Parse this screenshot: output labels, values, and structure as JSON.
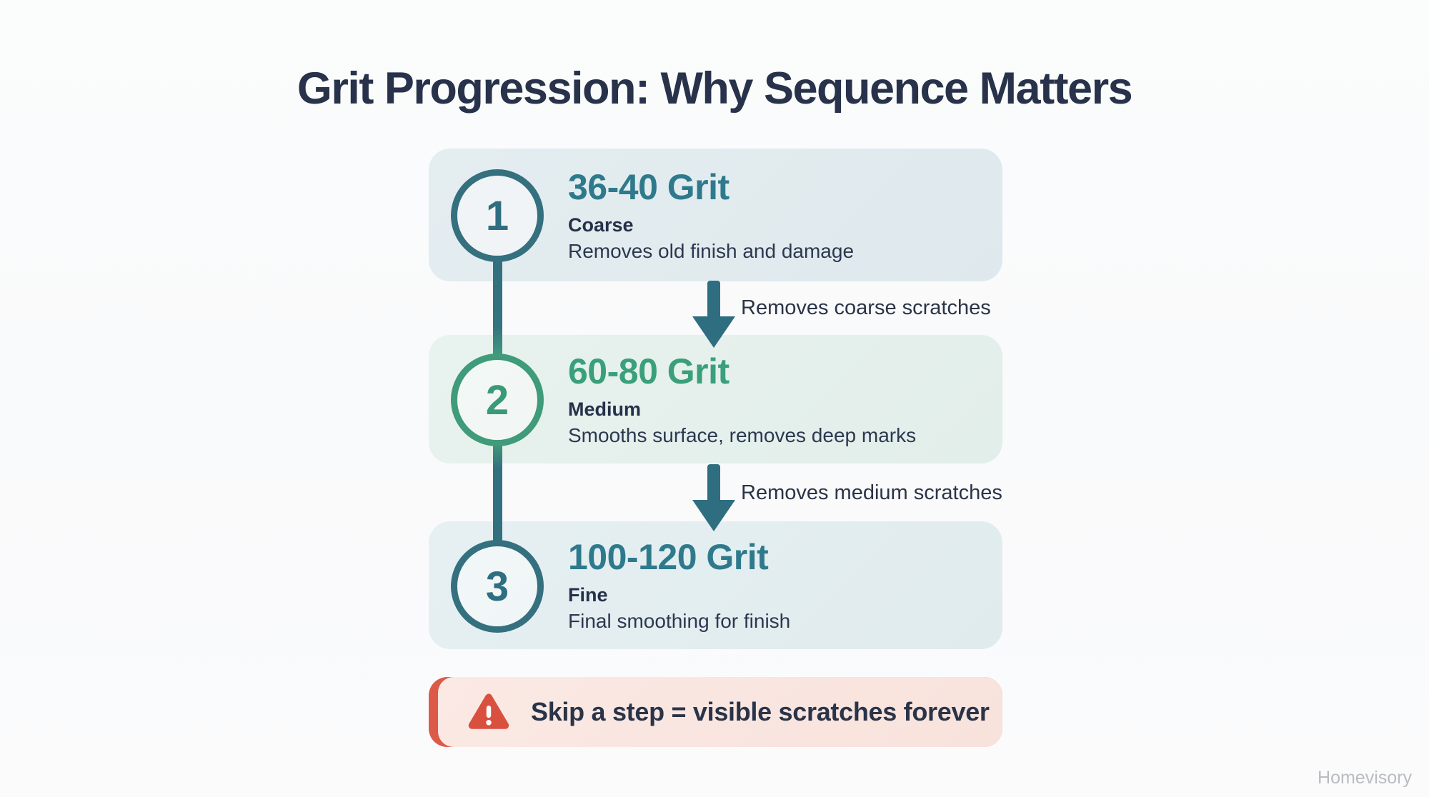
{
  "page": {
    "title": "Grit Progression: Why Sequence Matters",
    "watermark": "Homevisory"
  },
  "colors": {
    "title_text": "#28324a",
    "teal_accent": "#2e7a8c",
    "green_accent": "#3aa07c",
    "connector_teal": "#33707f",
    "card1_bg": "#e0e9ed",
    "card2_bg": "#e4efec",
    "card3_bg": "#e3edef",
    "warning_bg": "#fae6e0",
    "warning_red": "#dd5a49",
    "warning_icon_red": "#d9503f",
    "body_text": "#2c3850",
    "background": "#fafbfb"
  },
  "steps": [
    {
      "number": "1",
      "grit": "36-40 Grit",
      "level": "Coarse",
      "description": "Removes old finish and damage",
      "accent": "#2e7a8c"
    },
    {
      "number": "2",
      "grit": "60-80 Grit",
      "level": "Medium",
      "description": "Smooths surface, removes deep marks",
      "accent": "#3aa07c"
    },
    {
      "number": "3",
      "grit": "100-120 Grit",
      "level": "Fine",
      "description": "Final smoothing for finish",
      "accent": "#2e7a8c"
    }
  ],
  "arrows": [
    {
      "label": "Removes coarse scratches"
    },
    {
      "label": "Removes medium scratches"
    }
  ],
  "warning": {
    "icon": "warning-triangle-icon",
    "text": "Skip a step = visible scratches forever"
  }
}
